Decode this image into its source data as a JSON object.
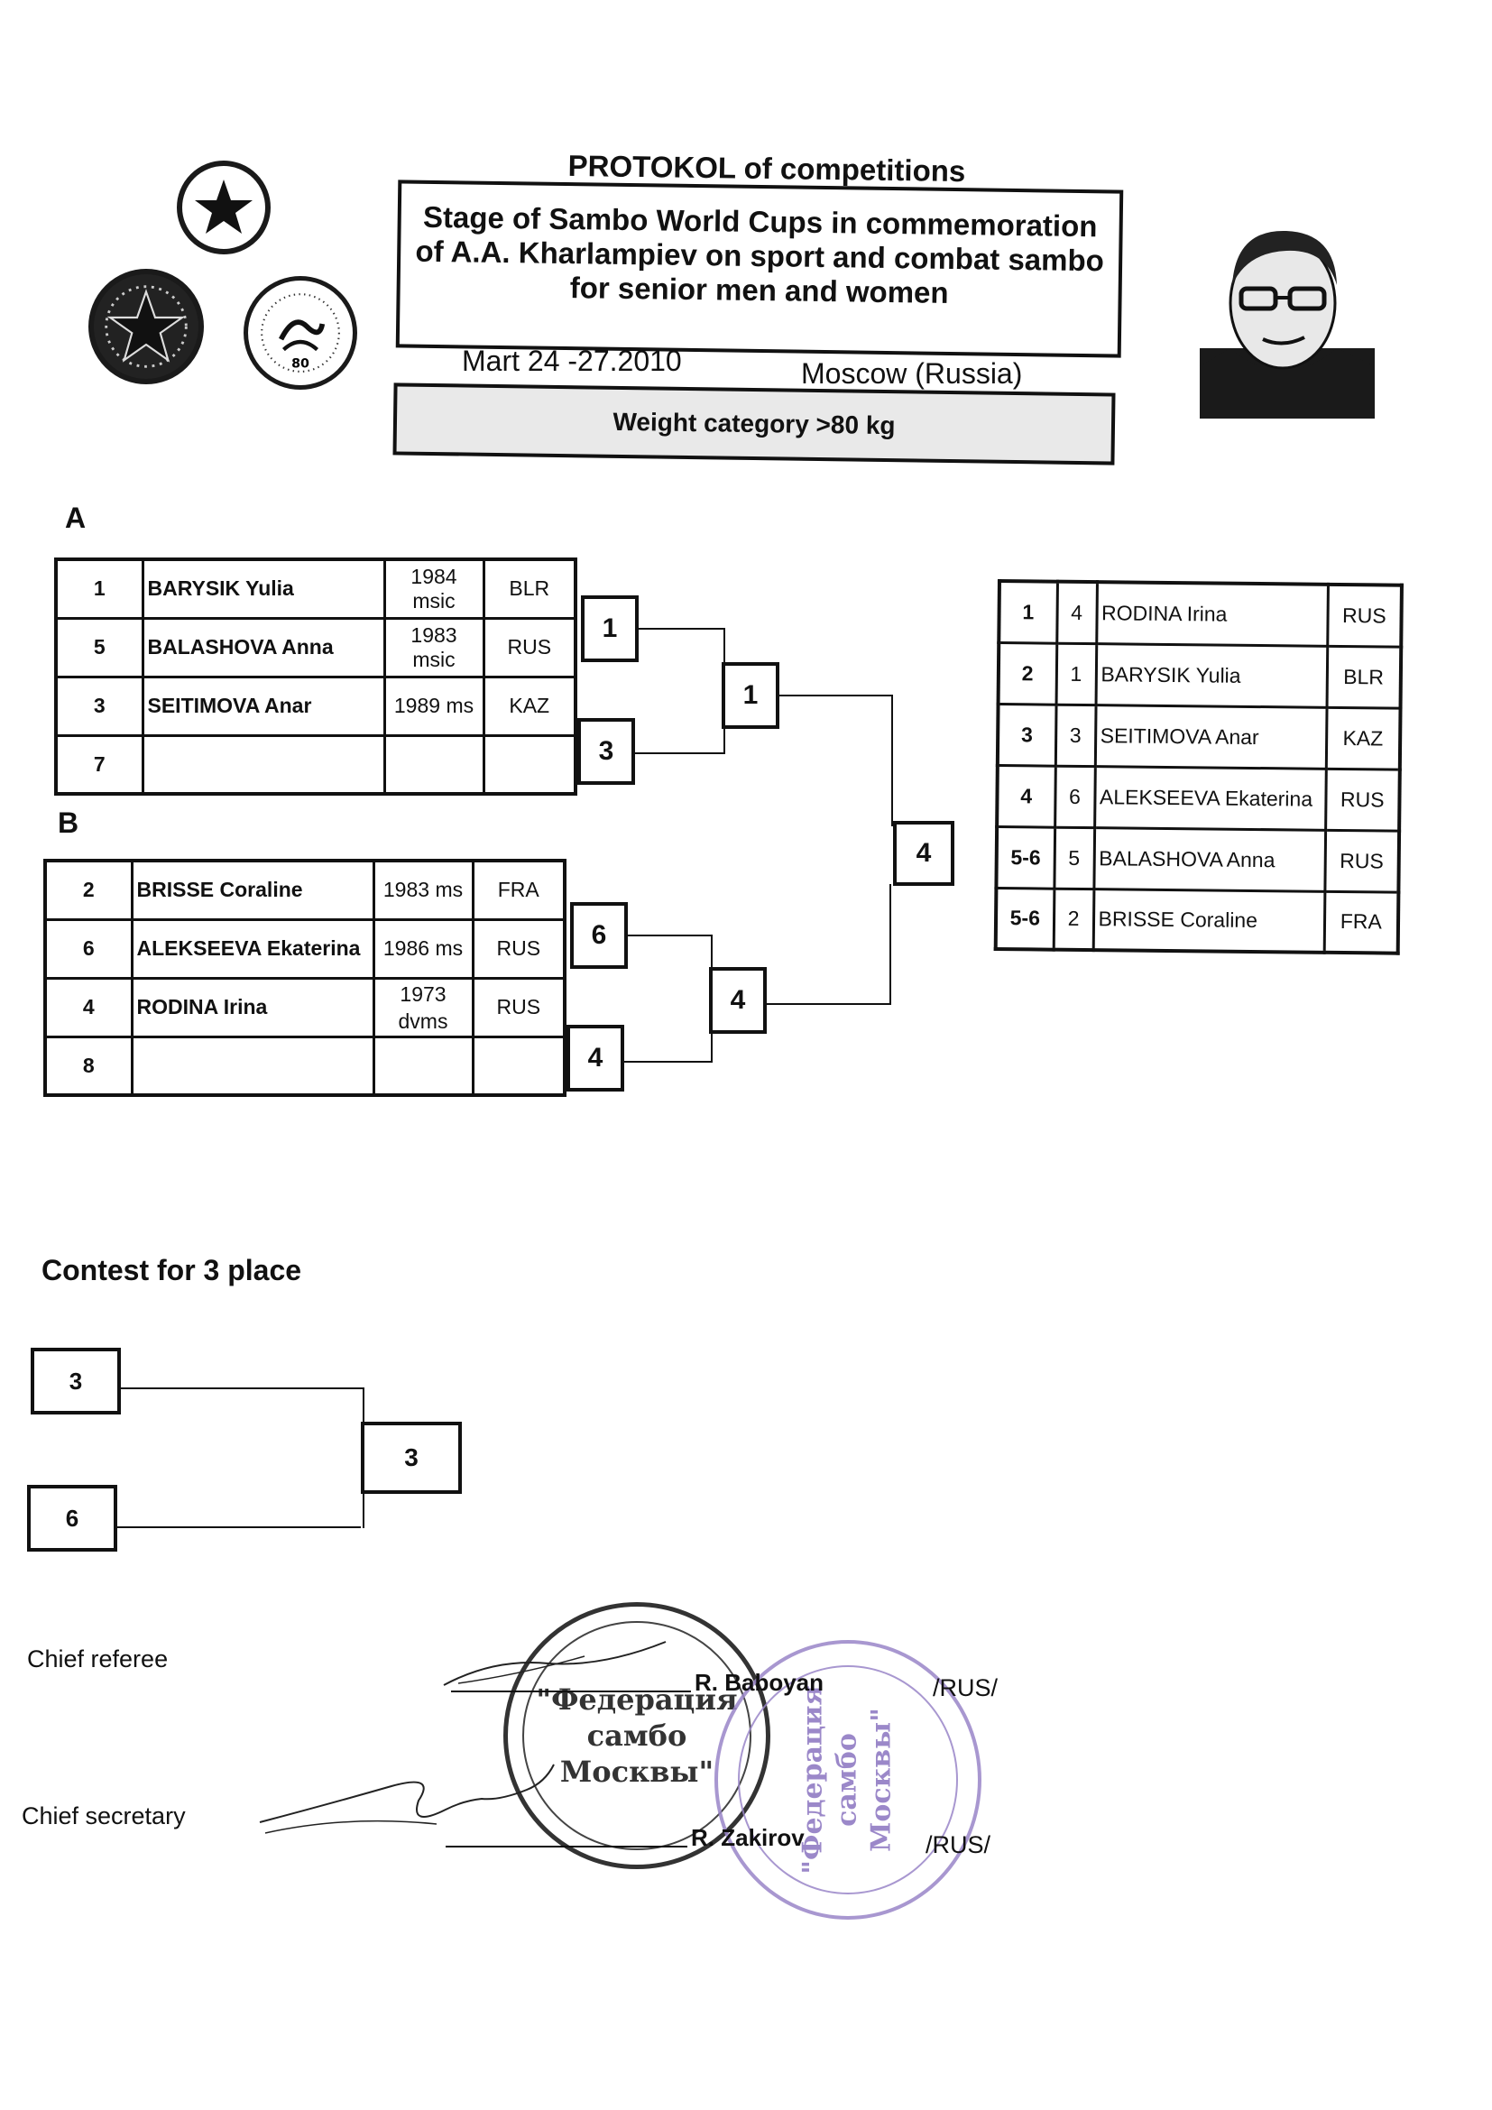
{
  "header": {
    "protokol": "PROTOKOL of competitions",
    "title_lines": [
      "Stage of Sambo World  Cups in commemoration",
      "of A.A. Kharlampiev on sport and combat sambo",
      "for senior men and women"
    ],
    "dates": "Mart  24 -27.2010",
    "place": "Moscow (Russia)",
    "weight_category": "Weight category >80 kg"
  },
  "group_a": {
    "label": "A",
    "rows": [
      {
        "seed": "1",
        "name": "BARYSIK Yulia",
        "year": "1984 msic",
        "country": "BLR"
      },
      {
        "seed": "5",
        "name": "BALASHOVA Anna",
        "year": "1983 msic",
        "country": "RUS"
      },
      {
        "seed": "3",
        "name": "SEITIMOVA Anar",
        "year": "1989 ms",
        "country": "KAZ"
      },
      {
        "seed": "7",
        "name": "",
        "year": "",
        "country": ""
      }
    ],
    "round1": [
      "1",
      "3"
    ],
    "final": "1"
  },
  "group_b": {
    "label": "B",
    "rows": [
      {
        "seed": "2",
        "name": "BRISSE Coraline",
        "year": "1983 ms",
        "country": "FRA"
      },
      {
        "seed": "6",
        "name": "ALEKSEEVA Ekaterina",
        "year": "1986 ms",
        "country": "RUS"
      },
      {
        "seed": "4",
        "name": "RODINA Irina",
        "year": "1973 dvms",
        "country": "RUS"
      },
      {
        "seed": "8",
        "name": "",
        "year": "",
        "country": ""
      }
    ],
    "round1": [
      "6",
      "4"
    ],
    "final": "4"
  },
  "final_winner": "4",
  "results": [
    {
      "place": "1",
      "seed": "4",
      "name": "RODINA Irina",
      "country": "RUS"
    },
    {
      "place": "2",
      "seed": "1",
      "name": "BARYSIK Yulia",
      "country": "BLR"
    },
    {
      "place": "3",
      "seed": "3",
      "name": "SEITIMOVA Anar",
      "country": "KAZ"
    },
    {
      "place": "4",
      "seed": "6",
      "name": "ALEKSEEVA Ekaterina",
      "country": "RUS"
    },
    {
      "place": "5-6",
      "seed": "5",
      "name": "BALASHOVA Anna",
      "country": "RUS"
    },
    {
      "place": "5-6",
      "seed": "2",
      "name": "BRISSE Coraline",
      "country": "FRA"
    }
  ],
  "third_place": {
    "title": "Contest for 3 place",
    "top": "3",
    "bottom": "6",
    "winner": "3"
  },
  "signatures": {
    "referee_label": "Chief referee",
    "referee_name": "R. Baboyan",
    "referee_country": "/RUS/",
    "secretary_label": "Chief  secretary",
    "secretary_name": "R. Zakirov",
    "secretary_country": "/RUS/"
  },
  "stamp": {
    "line1": "\"Федерация",
    "line2": "самбо",
    "line3": "Москвы\""
  },
  "icons": [
    "sambo-federation-logo",
    "star-emblem-logo",
    "anniversary-emblem-logo",
    "kharlampiev-portrait"
  ]
}
